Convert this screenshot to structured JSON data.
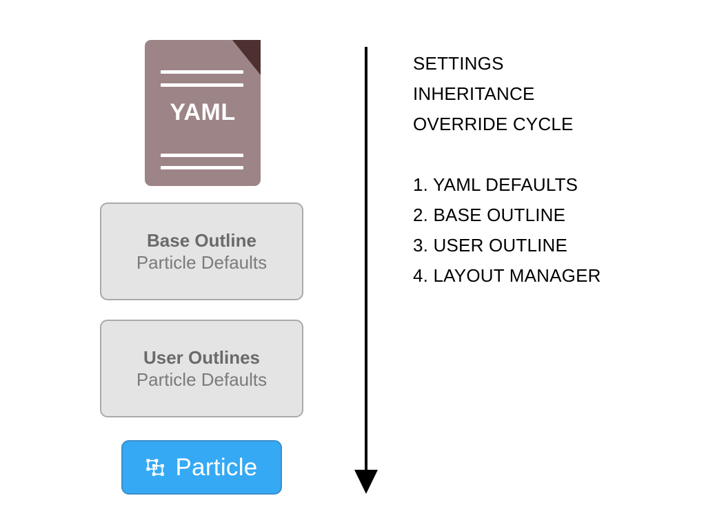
{
  "diagram": {
    "title": "Settings Inheritance Override Cycle",
    "yaml_document": {
      "label": "YAML",
      "icon": "yaml-file-icon",
      "body_color": "#9d8486",
      "fold_color": "#4d302f",
      "line_color": "#ffffff",
      "text_line_count": 4
    },
    "stack": [
      {
        "name": "base-outline",
        "title": "Base Outline",
        "subtitle": "Particle Defaults",
        "fill": "#e4e4e4",
        "border": "#a9a9a9",
        "title_color": "#6a6a6a"
      },
      {
        "name": "user-outlines",
        "title": "User Outlines",
        "subtitle": "Particle Defaults",
        "fill": "#e4e4e4",
        "border": "#a9a9a9",
        "title_color": "#6a6a6a"
      }
    ],
    "particle_button": {
      "label": "Particle",
      "icon": "particle-objects-icon",
      "fill": "#36a9f4",
      "border": "#3a8ecd",
      "text_color": "#ffffff"
    },
    "arrow": {
      "name": "downward-flow-arrow",
      "direction": "down",
      "color": "#000000"
    },
    "notes": {
      "heading_lines": [
        "SETTINGS",
        "INHERITANCE",
        "OVERRIDE CYCLE"
      ],
      "steps": [
        "1. YAML DEFAULTS",
        "2. BASE OUTLINE",
        "3. USER OUTLINE",
        "4. LAYOUT MANAGER"
      ],
      "text_color": "#000000"
    }
  }
}
